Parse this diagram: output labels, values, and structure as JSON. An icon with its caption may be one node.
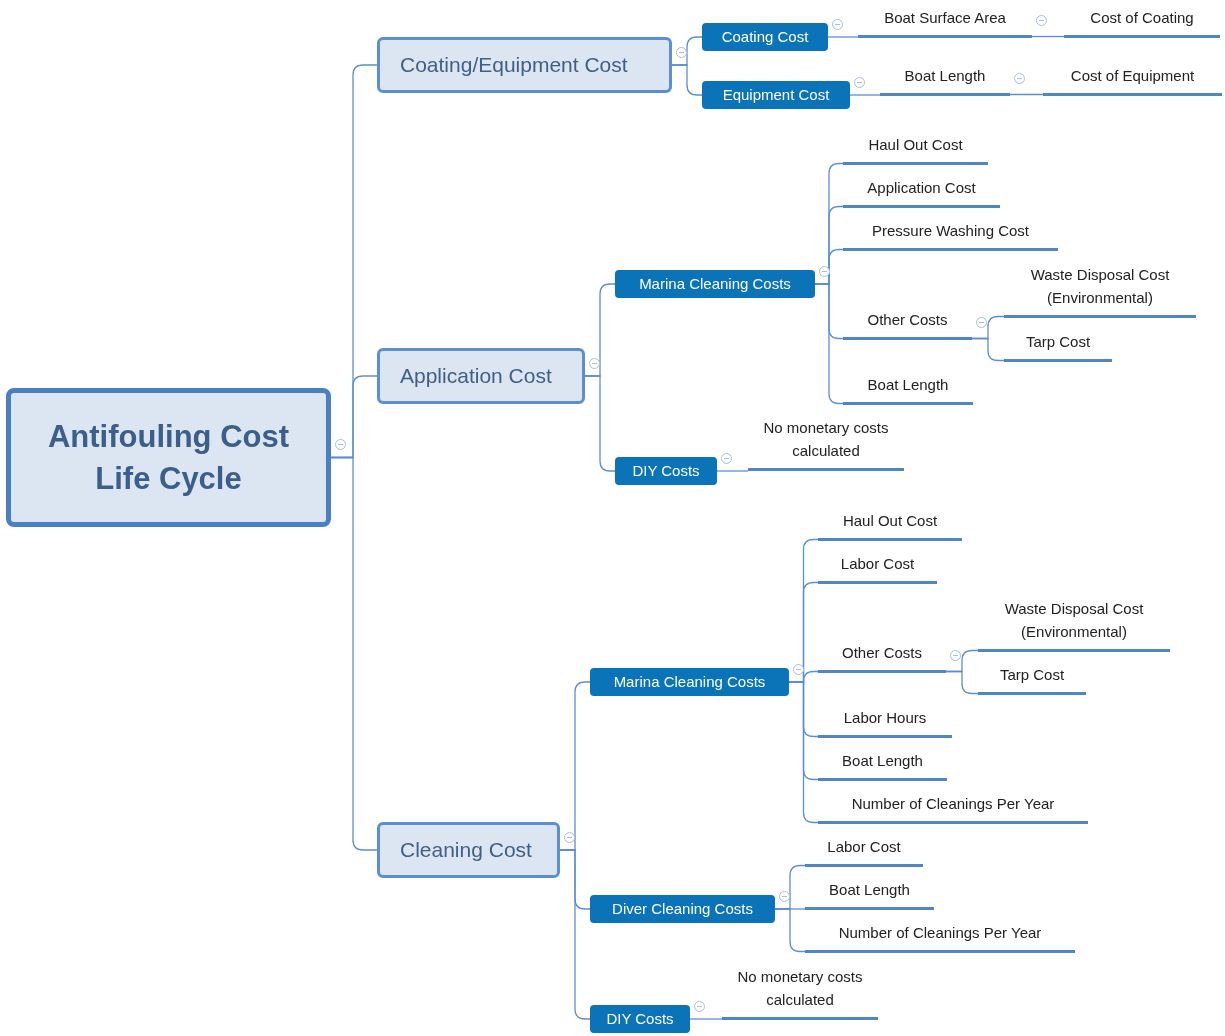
{
  "diagram": {
    "nodes": [
      {
        "text": [
          "Antifouling Cost Life Cycle"
        ]
      },
      {
        "text": [
          "Coating/Equipment Cost"
        ]
      },
      {
        "text": [
          "Coating Cost"
        ]
      },
      {
        "text": [
          "Boat Surface Area"
        ]
      },
      {
        "text": [
          "Cost of Coating"
        ]
      },
      {
        "text": [
          "Equipment Cost"
        ]
      },
      {
        "text": [
          "Boat Length"
        ]
      },
      {
        "text": [
          "Cost of Equipment"
        ]
      },
      {
        "text": [
          "Application Cost"
        ]
      },
      {
        "text": [
          "Marina Cleaning Costs"
        ]
      },
      {
        "text": [
          "Haul Out Cost"
        ]
      },
      {
        "text": [
          "Application Cost"
        ]
      },
      {
        "text": [
          "Pressure Washing Cost"
        ]
      },
      {
        "text": [
          "Other Costs"
        ]
      },
      {
        "text": [
          "Waste Disposal Cost (Environmental)"
        ]
      },
      {
        "text": [
          "Tarp Cost"
        ]
      },
      {
        "text": [
          "Boat Length"
        ]
      },
      {
        "text": [
          "DIY Costs"
        ]
      },
      {
        "text": [
          "No monetary costs calculated"
        ]
      },
      {
        "text": [
          "Cleaning Cost"
        ]
      },
      {
        "text": [
          "Marina Cleaning Costs"
        ]
      },
      {
        "text": [
          "Haul Out Cost"
        ]
      },
      {
        "text": [
          "Labor Cost"
        ]
      },
      {
        "text": [
          "Other Costs"
        ]
      },
      {
        "text": [
          "Waste Disposal Cost (Environmental)"
        ]
      },
      {
        "text": [
          "Tarp Cost"
        ]
      },
      {
        "text": [
          "Labor Hours"
        ]
      },
      {
        "text": [
          "Boat Length"
        ]
      },
      {
        "text": [
          "Number of Cleanings Per Year"
        ]
      },
      {
        "text": [
          "Diver Cleaning Costs"
        ]
      },
      {
        "text": [
          "Labor Cost"
        ]
      },
      {
        "text": [
          "Boat Length"
        ]
      },
      {
        "text": [
          "Number of Cleanings Per Year"
        ]
      },
      {
        "text": [
          "DIY Costs"
        ]
      },
      {
        "text": [
          "No monetary costs calculated"
        ]
      }
    ],
    "edges": [
      {
        "from": 0,
        "to": 1,
        "arrow": "none"
      },
      {
        "from": 1,
        "to": 2,
        "arrow": "none"
      },
      {
        "from": 2,
        "to": 3,
        "arrow": "none"
      },
      {
        "from": 3,
        "to": 4,
        "arrow": "none"
      },
      {
        "from": 1,
        "to": 5,
        "arrow": "none"
      },
      {
        "from": 5,
        "to": 6,
        "arrow": "none"
      },
      {
        "from": 6,
        "to": 7,
        "arrow": "none"
      },
      {
        "from": 0,
        "to": 8,
        "arrow": "none"
      },
      {
        "from": 8,
        "to": 9,
        "arrow": "none"
      },
      {
        "from": 9,
        "to": 10,
        "arrow": "none"
      },
      {
        "from": 9,
        "to": 11,
        "arrow": "none"
      },
      {
        "from": 9,
        "to": 12,
        "arrow": "none"
      },
      {
        "from": 9,
        "to": 13,
        "arrow": "none"
      },
      {
        "from": 13,
        "to": 14,
        "arrow": "none"
      },
      {
        "from": 13,
        "to": 15,
        "arrow": "none"
      },
      {
        "from": 9,
        "to": 16,
        "arrow": "none"
      },
      {
        "from": 8,
        "to": 17,
        "arrow": "none"
      },
      {
        "from": 17,
        "to": 18,
        "arrow": "none"
      },
      {
        "from": 0,
        "to": 19,
        "arrow": "none"
      },
      {
        "from": 19,
        "to": 20,
        "arrow": "none"
      },
      {
        "from": 20,
        "to": 21,
        "arrow": "none"
      },
      {
        "from": 20,
        "to": 22,
        "arrow": "none"
      },
      {
        "from": 20,
        "to": 23,
        "arrow": "none"
      },
      {
        "from": 23,
        "to": 24,
        "arrow": "none"
      },
      {
        "from": 23,
        "to": 25,
        "arrow": "none"
      },
      {
        "from": 20,
        "to": 26,
        "arrow": "none"
      },
      {
        "from": 20,
        "to": 27,
        "arrow": "none"
      },
      {
        "from": 20,
        "to": 28,
        "arrow": "none"
      },
      {
        "from": 19,
        "to": 29,
        "arrow": "none"
      },
      {
        "from": 29,
        "to": 30,
        "arrow": "none"
      },
      {
        "from": 29,
        "to": 31,
        "arrow": "none"
      },
      {
        "from": 29,
        "to": 32,
        "arrow": "none"
      },
      {
        "from": 19,
        "to": 33,
        "arrow": "none"
      },
      {
        "from": 33,
        "to": 34,
        "arrow": "none"
      }
    ]
  }
}
